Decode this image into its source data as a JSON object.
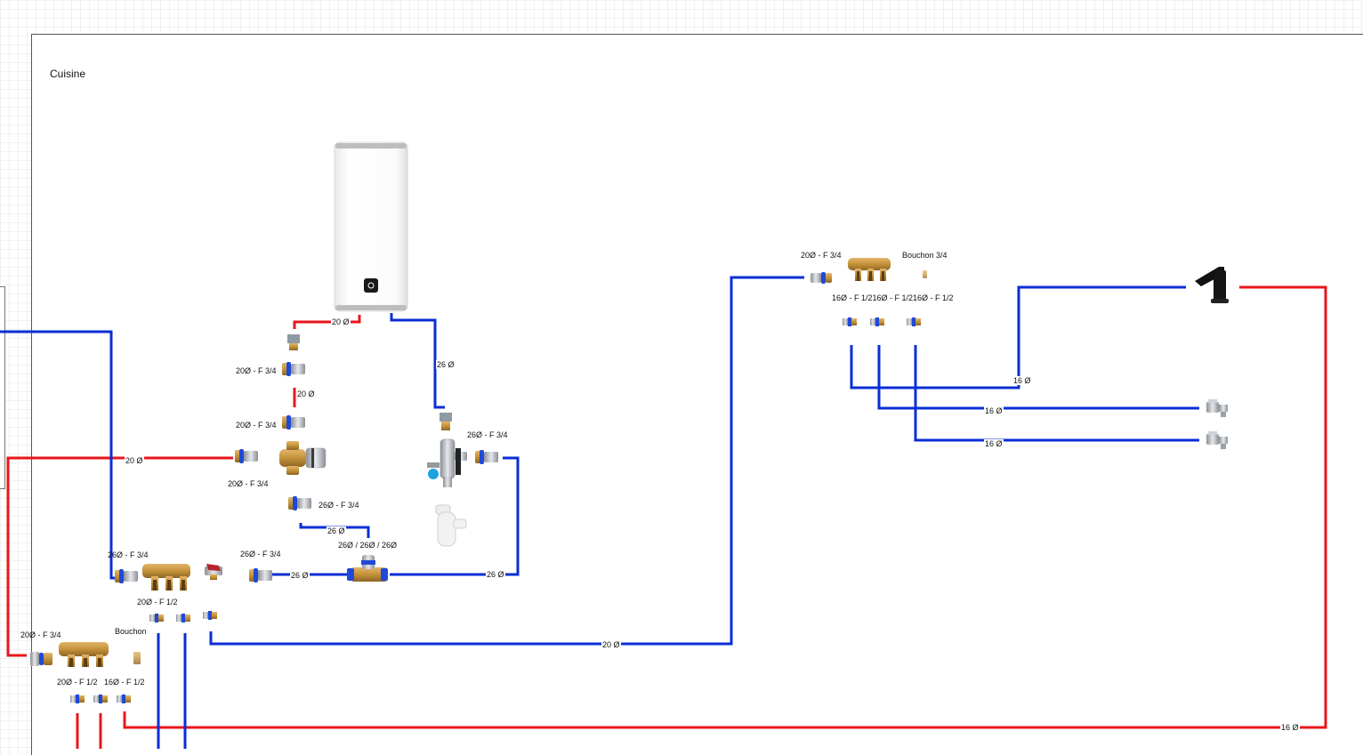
{
  "room": {
    "title": "Cuisine"
  },
  "colors": {
    "hot": "#e8161b",
    "cold": "#0a2ed6",
    "brass": "#c4923a",
    "grid": "#eef1f4"
  },
  "labels": {
    "heater_out_hot": "20 Ø",
    "heater_fitting": "20Ø - F 3/4",
    "hot_short": "20 Ø",
    "mixer_in_top": "20Ø - F 3/4",
    "mixer_side": "20Ø - F 3/4",
    "hot_to_mixer": "20 Ø",
    "mixer_bottom": "26Ø - F 3/4",
    "cold_26_down": "26 Ø",
    "tee": "26Ø / 26Ø / 26Ø",
    "cold_26_right": "26 Ø",
    "cold_26_tee_left": "26 Ø",
    "cold_26_heater": "26 Ø",
    "safety_group": "26Ø - F 3/4",
    "manifold_cold_left": "26Ø - F 3/4",
    "manifold_cold_right": "26Ø - F 3/4",
    "manifold_cold_outlets": "20Ø - F 1/2",
    "plug_cold": "Bouchon",
    "manifold_hot_left": "20Ø - F 3/4",
    "manifold_hot_outlet_a": "20Ø - F 1/2",
    "manifold_hot_outlet_b": "16Ø - F 1/2",
    "cold_20_main": "20 Ø",
    "hot_16_main": "16 Ø",
    "manifold_right_in": "20Ø - F 3/4",
    "manifold_right_plug": "Bouchon 3/4",
    "manifold_right_outlets": "16Ø - F 1/216Ø - F 1/216Ø - F 1/2",
    "sink_cold": "16 Ø",
    "valve1_line": "16 Ø",
    "valve2_line": "16 Ø"
  },
  "icons": [
    "water-heater-icon",
    "reducer-icon",
    "fitting-icon",
    "thermostatic-mixer-icon",
    "safety-group-icon",
    "siphon-icon",
    "tee-icon",
    "manifold-icon",
    "ball-valve-icon",
    "plug-icon",
    "kitchen-faucet-icon",
    "angle-valve-icon"
  ]
}
